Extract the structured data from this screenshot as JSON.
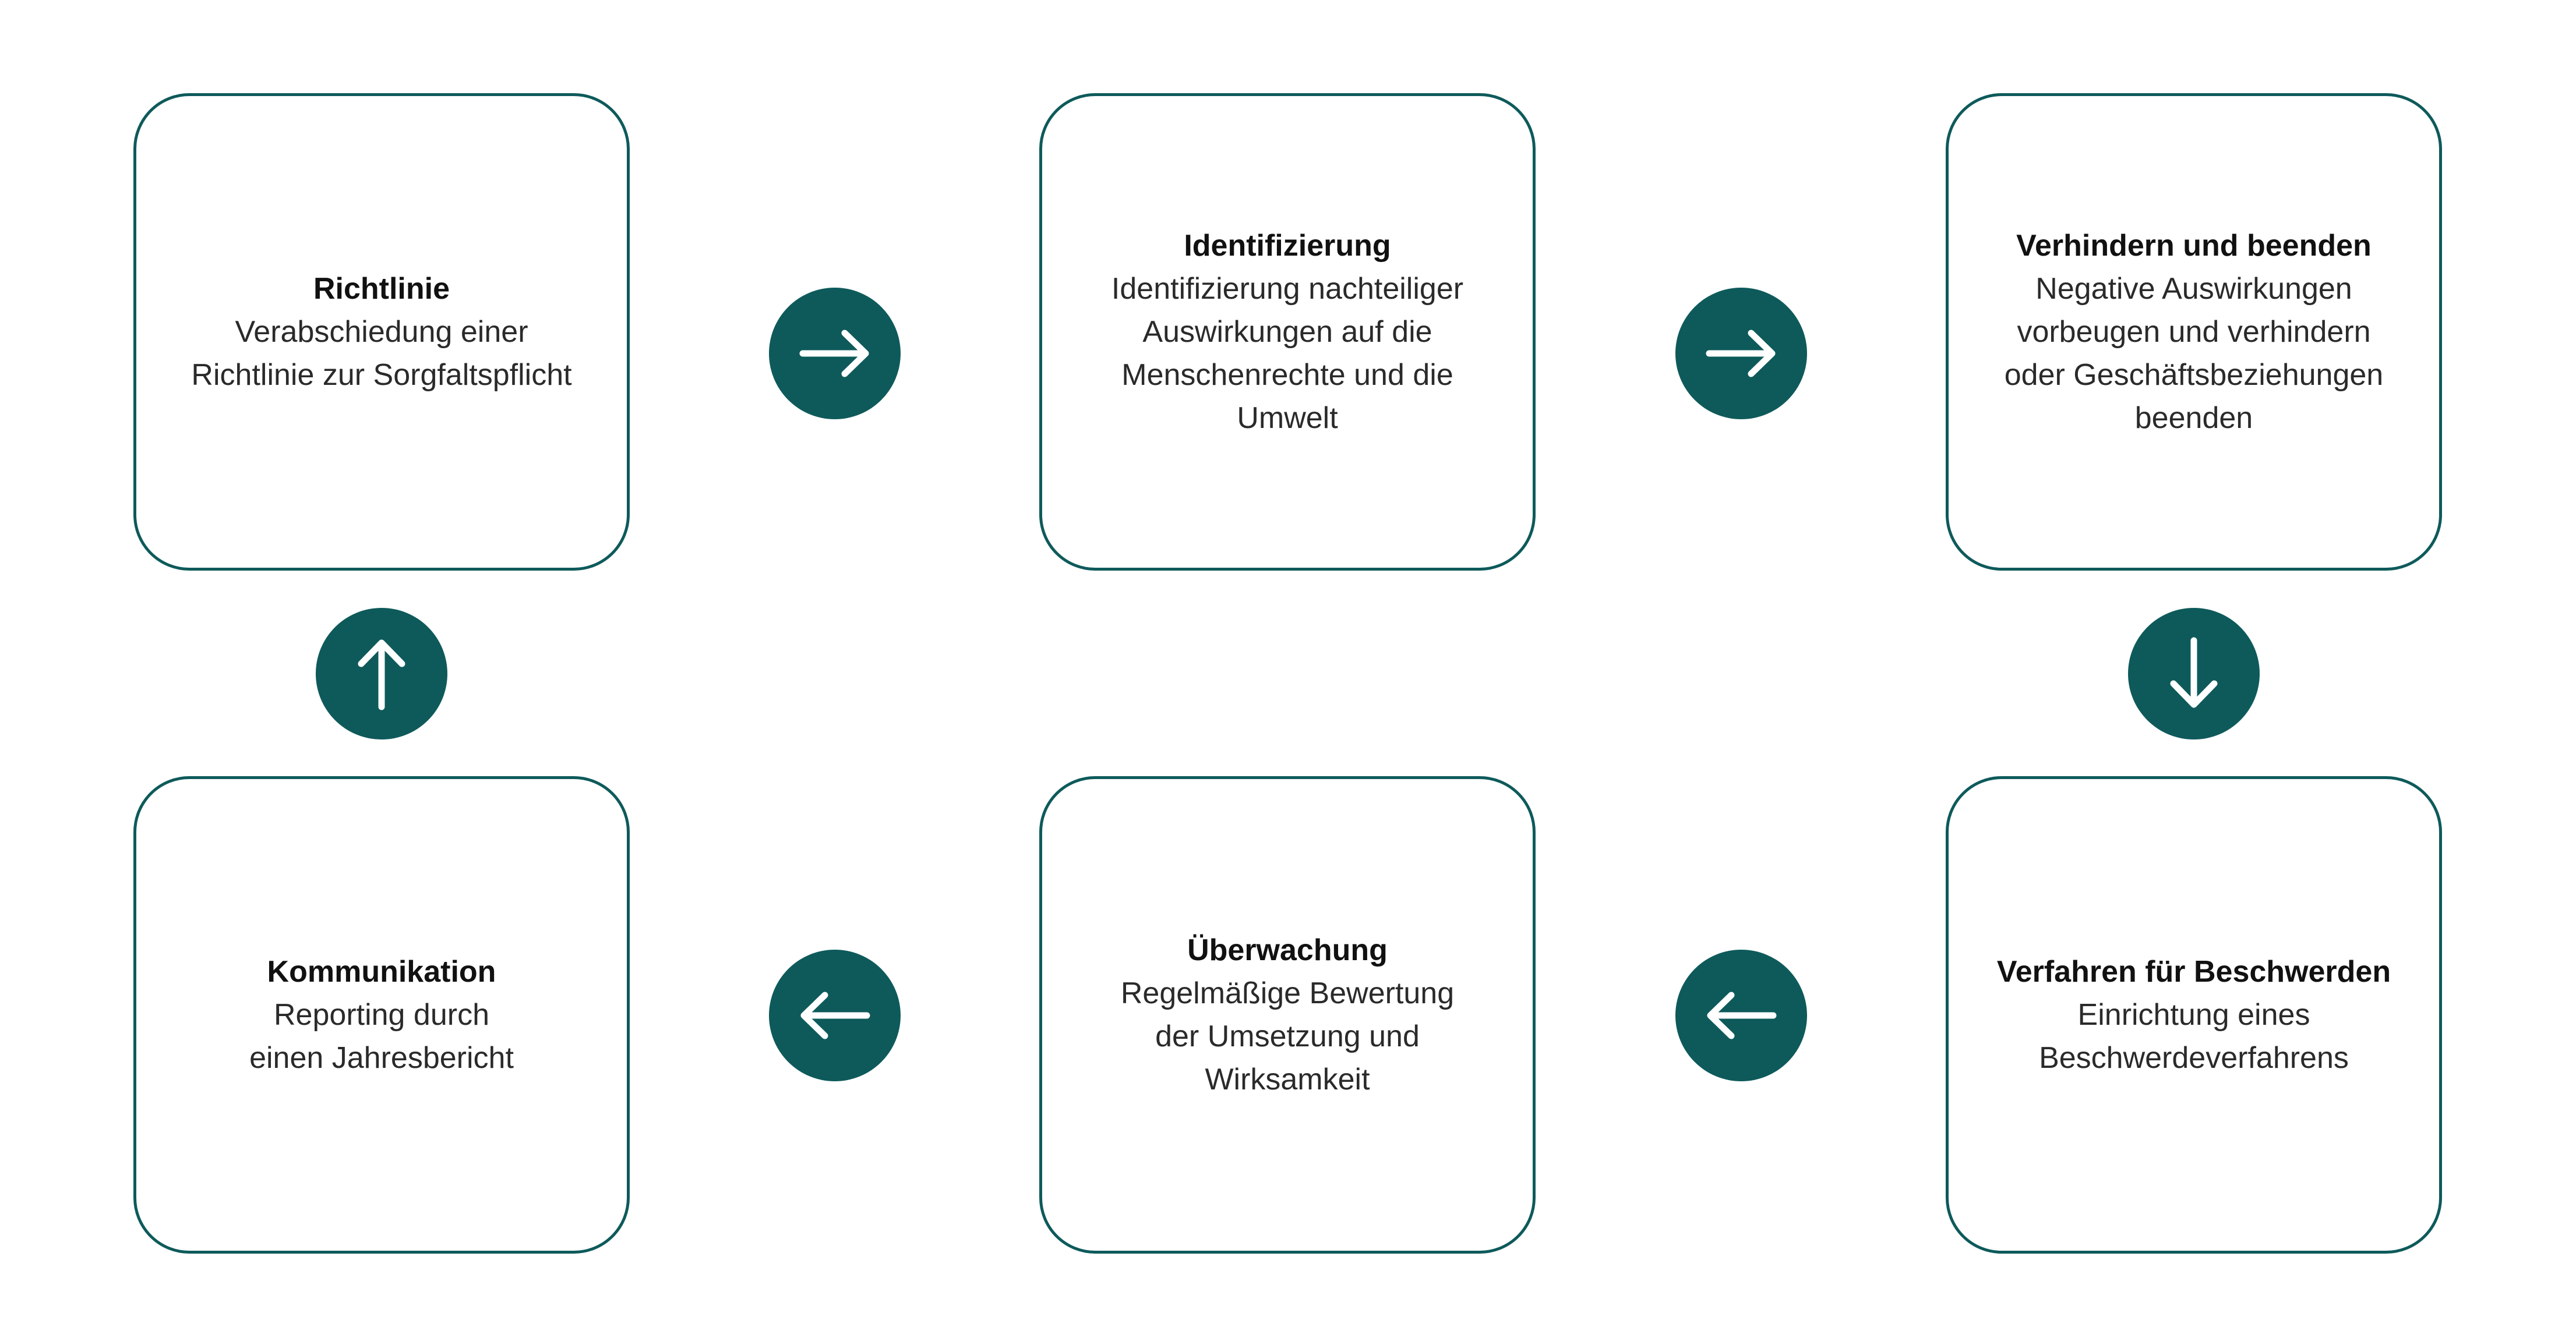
{
  "steps": [
    {
      "title": "Richtlinie",
      "lines": [
        "Verabschiedung einer",
        "Richtlinie zur Sorgfaltspflicht"
      ]
    },
    {
      "title": "Identifizierung",
      "lines": [
        "Identifizierung nachteiliger",
        "Auswirkungen auf die",
        "Menschenrechte und die",
        "Umwelt"
      ]
    },
    {
      "title": "Verhindern und beenden",
      "lines": [
        "Negative Auswirkungen",
        "vorbeugen und verhindern",
        "oder Geschäftsbeziehungen",
        "beenden"
      ]
    },
    {
      "title": "Verfahren für Beschwerden",
      "lines": [
        "Einrichtung eines",
        "Beschwerdeverfahrens"
      ]
    },
    {
      "title": "Überwachung",
      "lines": [
        "Regelmäßige Bewertung",
        "der Umsetzung und",
        "Wirksamkeit"
      ]
    },
    {
      "title": "Kommunikation",
      "lines": [
        "Reporting durch",
        "einen Jahresbericht"
      ]
    }
  ],
  "arrows": [
    {
      "direction": "right",
      "icon": "arrow-right-icon"
    },
    {
      "direction": "right",
      "icon": "arrow-right-icon"
    },
    {
      "direction": "down",
      "icon": "arrow-down-icon"
    },
    {
      "direction": "left",
      "icon": "arrow-left-icon"
    },
    {
      "direction": "left",
      "icon": "arrow-left-icon"
    },
    {
      "direction": "up",
      "icon": "arrow-up-icon"
    }
  ],
  "colors": {
    "accent": "#0e5a5b",
    "box_border": "#0e5a5b",
    "arrow_stroke": "#ffffff",
    "text": "#1d1d1d"
  }
}
